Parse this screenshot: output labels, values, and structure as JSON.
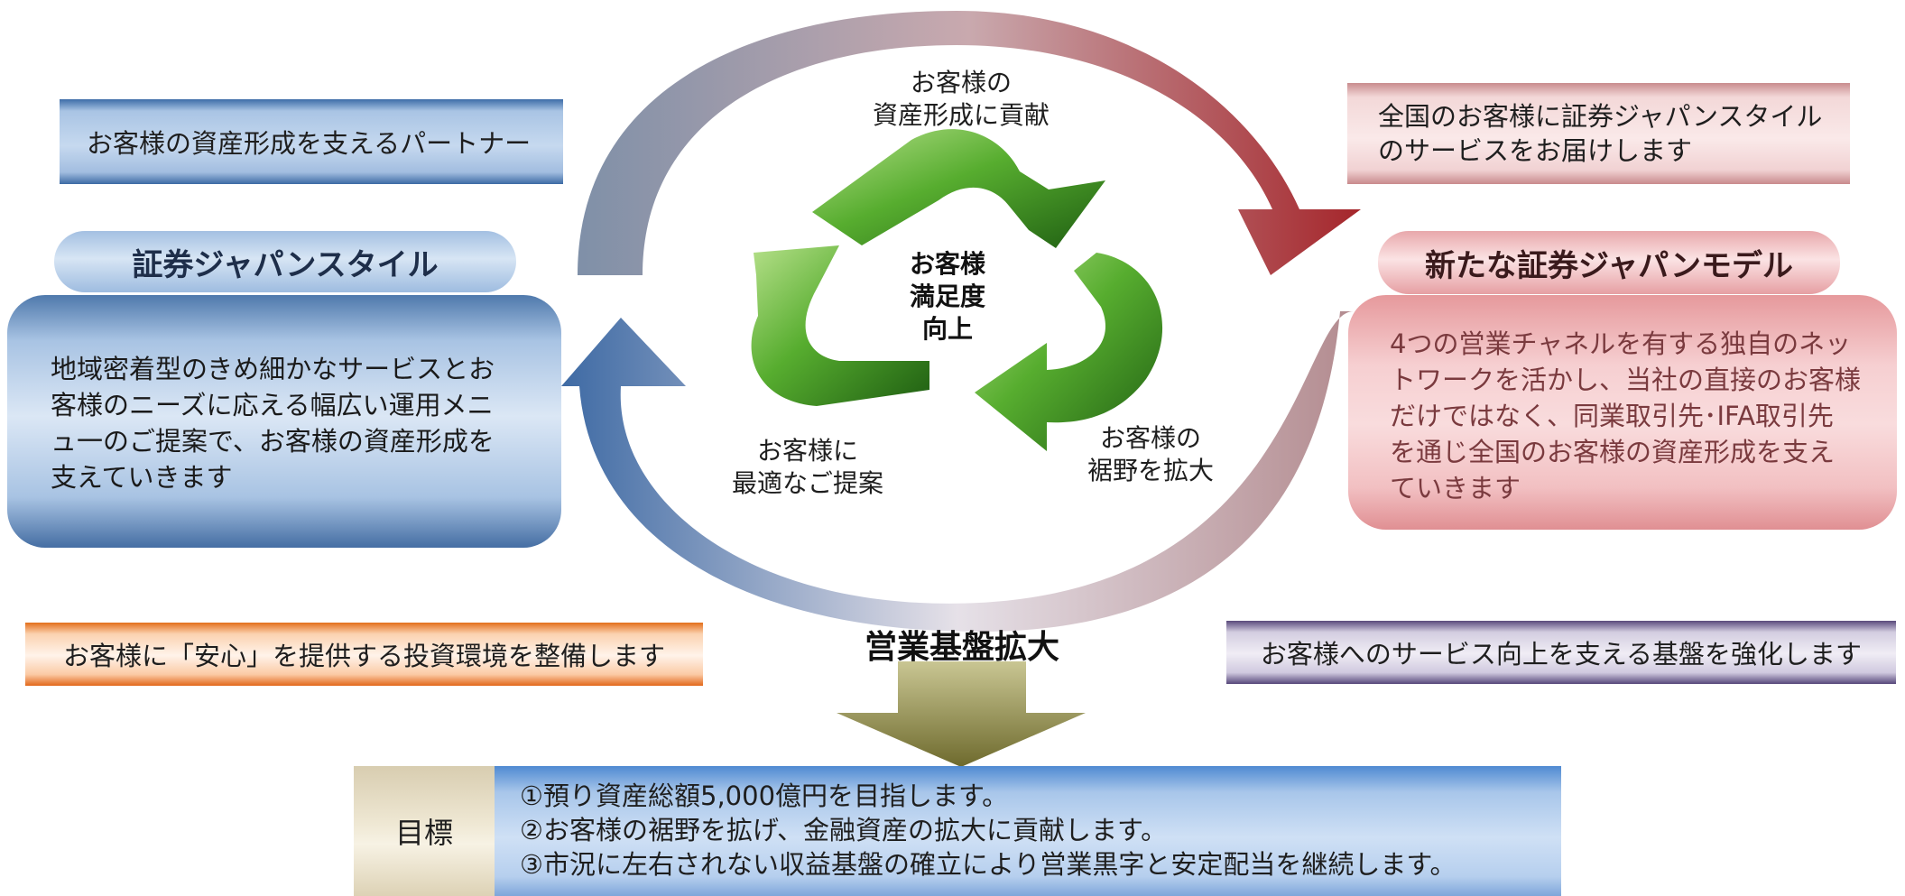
{
  "left": {
    "partner_strip": "お客様の資産形成を支えるパートナー",
    "title": "証券ジャパンスタイル",
    "description_lines": [
      "地域密着型のきめ細かなサービスとお",
      "客様のニーズに応える幅広い運用メニ",
      "ュ一のご提案で、お客様の資産形成を",
      "支えていきます"
    ],
    "bottom_strip": "お客様に「安心」を提供する投資環境を整備します"
  },
  "right": {
    "service_strip_lines": [
      "全国のお客様に証券ジャパンスタイル",
      "のサービスをお届けします"
    ],
    "title": "新たな証券ジャパンモデル",
    "description_lines": [
      "4つの営業チャネルを有する独自のネッ",
      "トワークを活かし、当社の直接のお客様",
      "だけではなく、同業取引先･IFA取引先",
      "を通じ全国のお客様の資産形成を支え",
      "ていきます"
    ],
    "bottom_strip": "お客様へのサービス向上を支える基盤を強化します"
  },
  "cycle": {
    "top_lines": [
      "お客様の",
      "資産形成に貢献"
    ],
    "left_lines": [
      "お客様に",
      "最適なご提案"
    ],
    "right_lines": [
      "お客様の",
      "裾野を拡大"
    ],
    "center_lines": [
      "お客様",
      "満足度",
      "向上"
    ]
  },
  "foundation": {
    "heading": "営業基盤拡大"
  },
  "goals": {
    "label": "目標",
    "items": [
      "①預り資産総額5,000億円を目指します。",
      "②お客様の裾野を拡げ、金融資産の拡大に貢献します。",
      "③市況に左右されない収益基盤の確立により営業黒字と安定配当を継続します。"
    ]
  },
  "colors": {
    "blue_accent": "#3e689e",
    "red_accent": "#9c1e23",
    "green_arrow": "#4fa32a",
    "olive_arrow": "#8d8a46"
  }
}
